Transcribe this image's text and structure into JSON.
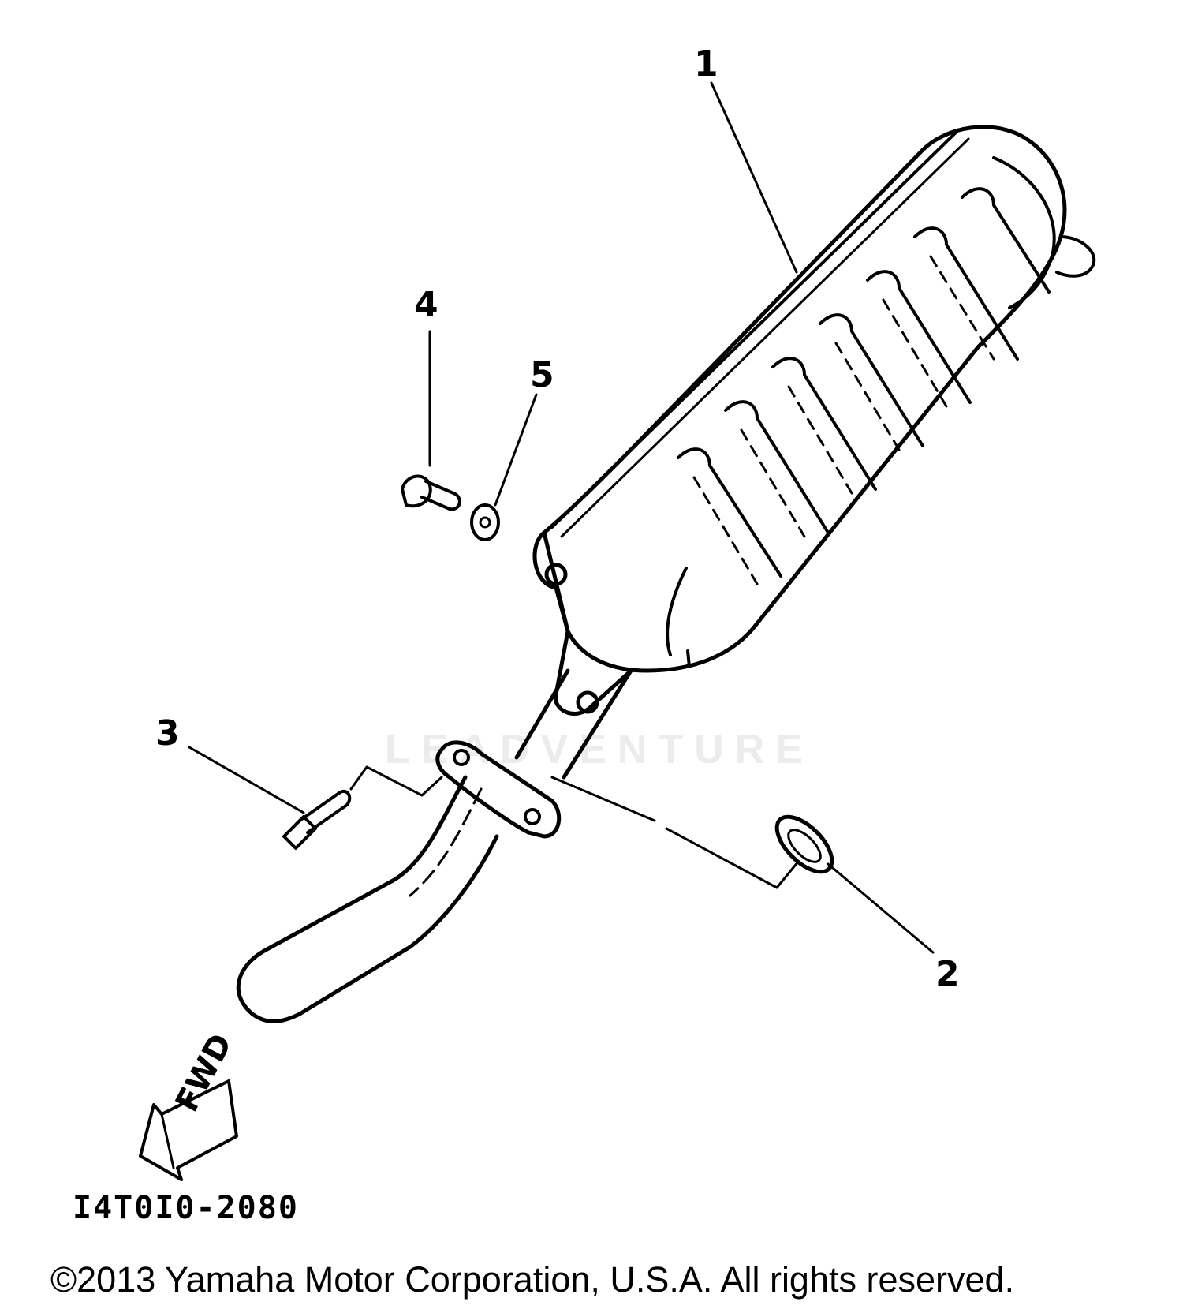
{
  "callouts": {
    "part1": "1",
    "part2": "2",
    "part3": "3",
    "part4": "4",
    "part5": "5"
  },
  "fwd_label": "FWD",
  "diagram_code": "I4T0I0-2080",
  "watermark": "LEADVENTURE",
  "copyright": "©2013 Yamaha Motor Corporation, U.S.A. All rights reserved.",
  "colors": {
    "ink": "#000000",
    "watermark": "#ececec",
    "background": "#ffffff"
  }
}
